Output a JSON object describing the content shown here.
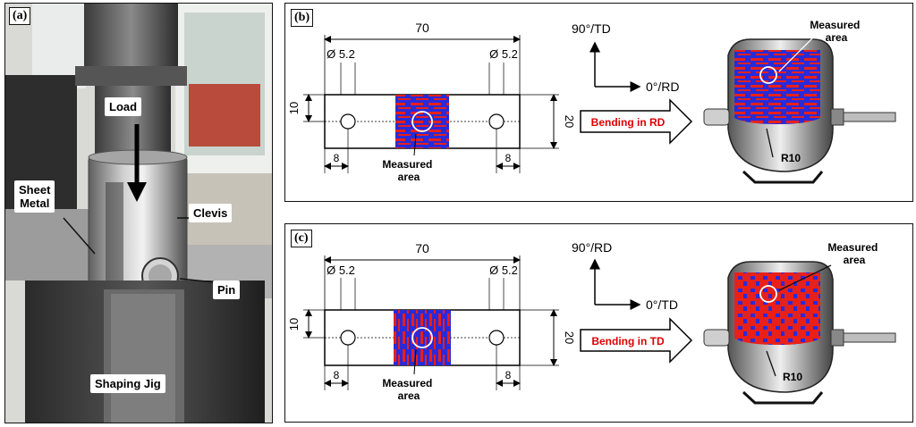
{
  "panel_a": {
    "label": "(a)",
    "callouts": {
      "load": "Load",
      "sheet_metal": "Sheet\nMetal",
      "clevis": "Clevis",
      "pin": "Pin",
      "shaping_jig": "Shaping Jig"
    }
  },
  "panel_b": {
    "label": "(b)",
    "length": "70",
    "hole_left": "Ø 5.2",
    "hole_right": "Ø 5.2",
    "height_left": "10",
    "height_right": "20",
    "edge_left": "8",
    "edge_right": "8",
    "measured_area": "Measured\narea",
    "axis_vertical": "90°/TD",
    "axis_horizontal": "0°/RD",
    "bending": "Bending in RD",
    "measured_area_photo": "Measured\narea",
    "radius": "R10"
  },
  "panel_c": {
    "label": "(c)",
    "length": "70",
    "hole_left": "Ø 5.2",
    "hole_right": "Ø 5.2",
    "height_left": "10",
    "height_right": "20",
    "edge_left": "8",
    "edge_right": "8",
    "measured_area": "Measured\narea",
    "axis_vertical": "90°/RD",
    "axis_horizontal": "0°/TD",
    "bending": "Bending in TD",
    "measured_area_photo": "Measured\narea",
    "radius": "R10"
  },
  "colors": {
    "ebsd_red": "#e8201a",
    "ebsd_blue": "#2a2ad8",
    "bending_text": "#e00000"
  }
}
